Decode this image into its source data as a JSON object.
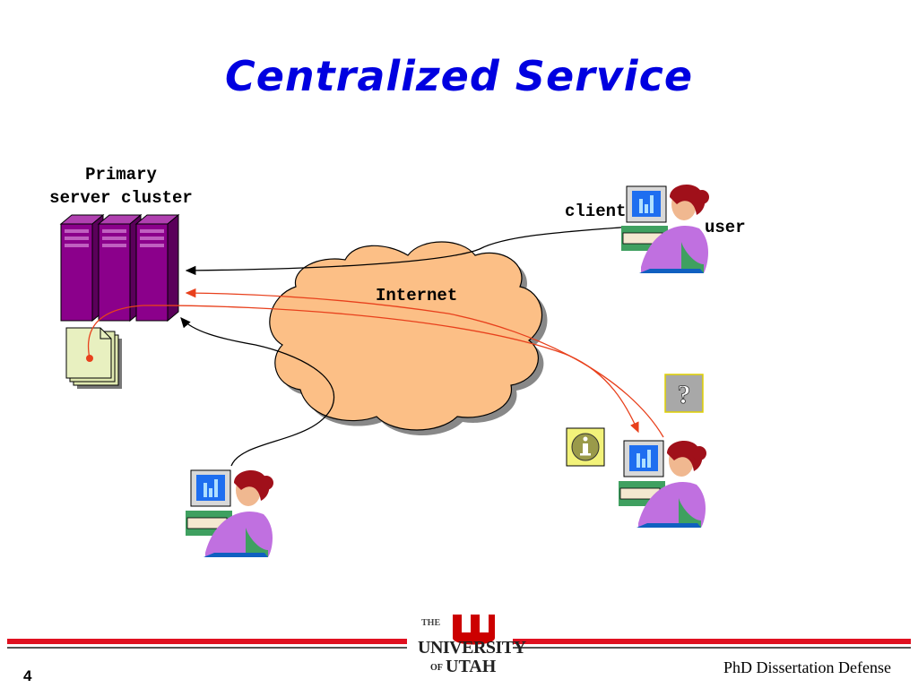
{
  "slide": {
    "title": "Centralized Service",
    "number": "4",
    "footer_text": "PhD Dissertation Defense"
  },
  "diagram": {
    "server_label": "Primary server cluster",
    "client_label": "client",
    "user_label": "user",
    "internet_label": "Internet"
  },
  "logo": {
    "line1": "THE",
    "line2": "UNIVERSITY",
    "line3_small": "OF",
    "line3": "UTAH"
  },
  "icons": {
    "info": "info-icon",
    "question": "question-icon"
  },
  "colors": {
    "title": "#0000e0",
    "server": "#8b008b",
    "cloud": "#fcbf86",
    "red_arrow": "#e8401c",
    "footer_red": "#e01020"
  }
}
